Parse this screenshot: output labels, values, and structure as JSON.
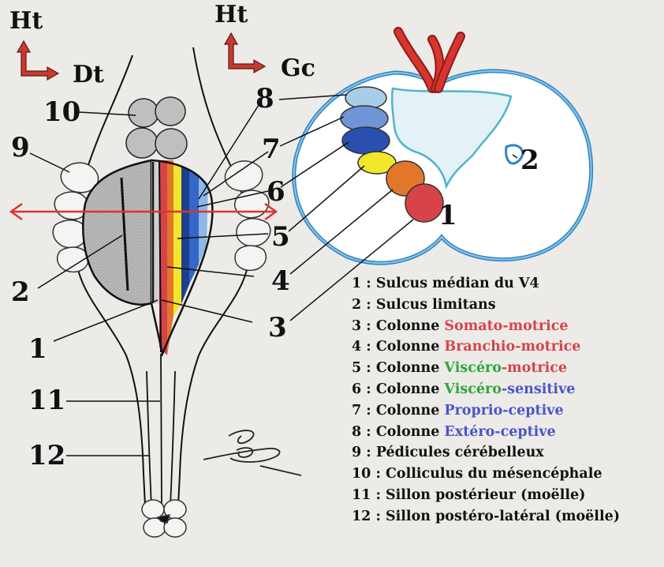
{
  "axes": {
    "left": {
      "up": "Ht",
      "side": "Dt"
    },
    "right": {
      "up": "Ht",
      "side": "Gc"
    }
  },
  "numbers": {
    "n1": "1",
    "n2": "2",
    "n3": "3",
    "n4": "4",
    "n5": "5",
    "n6": "6",
    "n7": "7",
    "n8": "8",
    "n9": "9",
    "n10": "10",
    "n11": "11",
    "n12": "12",
    "section_1": "1",
    "section_2": "2"
  },
  "colors": {
    "somato_motrice": "#d8434a",
    "branchio_motrice": "#d8434a",
    "visceral": "#2ea73a",
    "sensitive_blue": "#4a55c8",
    "black": "#111111"
  },
  "legend": [
    {
      "prefix": "1 : Sulcus médian du V4",
      "parts": []
    },
    {
      "prefix": "2 : Sulcus limitans",
      "parts": []
    },
    {
      "prefix": "3 : Colonne ",
      "parts": [
        {
          "text": "Somato-motrice",
          "color": "#d8434a"
        }
      ]
    },
    {
      "prefix": "4 : Colonne ",
      "parts": [
        {
          "text": "Branchio-motrice",
          "color": "#d8434a"
        }
      ]
    },
    {
      "prefix": "5 : Colonne ",
      "parts": [
        {
          "text": "Viscéro",
          "color": "#2ea73a"
        },
        {
          "text": "-motrice",
          "color": "#d8434a"
        }
      ]
    },
    {
      "prefix": "6 : Colonne ",
      "parts": [
        {
          "text": "Viscéro",
          "color": "#2ea73a"
        },
        {
          "text": "-sensitive",
          "color": "#4a55c8"
        }
      ]
    },
    {
      "prefix": "7 : Colonne ",
      "parts": [
        {
          "text": "Proprio-ceptive",
          "color": "#4a55c8"
        }
      ]
    },
    {
      "prefix": "8 : Colonne ",
      "parts": [
        {
          "text": "Extéro-ceptive",
          "color": "#4a55c8"
        }
      ]
    },
    {
      "prefix": "9 : Pédicules cérébelleux",
      "parts": []
    },
    {
      "prefix": "10 : Colliculus du mésencéphale",
      "parts": []
    },
    {
      "prefix": "11 : Sillon postérieur (moëlle)",
      "parts": []
    },
    {
      "prefix": "12 : Sillon postéro-latéral (moëlle)",
      "parts": []
    }
  ]
}
